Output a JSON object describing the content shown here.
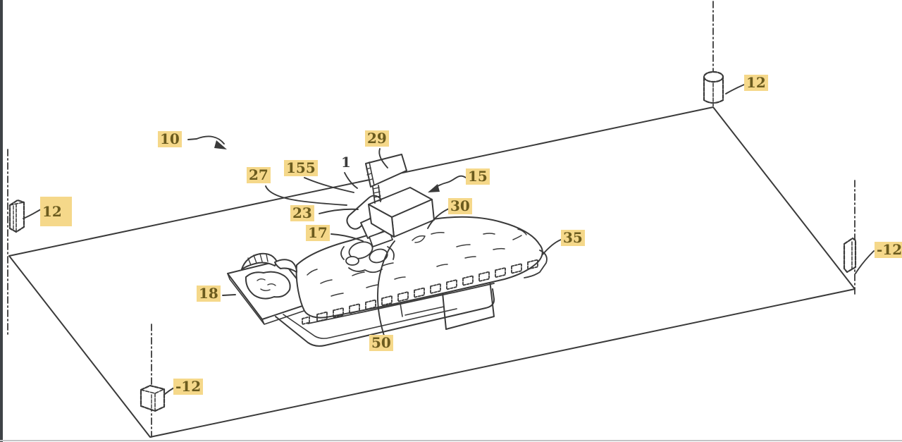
{
  "figure": {
    "labels": {
      "ref10": "10",
      "ref29": "29",
      "ref155": "155",
      "ref1": "1",
      "ref27": "27",
      "ref15": "15",
      "ref23": "23",
      "ref30": "30",
      "ref17": "17",
      "ref35": "35",
      "ref18": "18",
      "ref50": "50",
      "ref12_top_right": "12",
      "ref12_left": "12",
      "ref12_right": "-12",
      "ref12_bottom": "-12"
    }
  },
  "colors": {
    "highlight": "#f5d88a",
    "label_text": "#6b5b1e",
    "line": "#3a3a3a",
    "left_border": "#3f4347"
  }
}
